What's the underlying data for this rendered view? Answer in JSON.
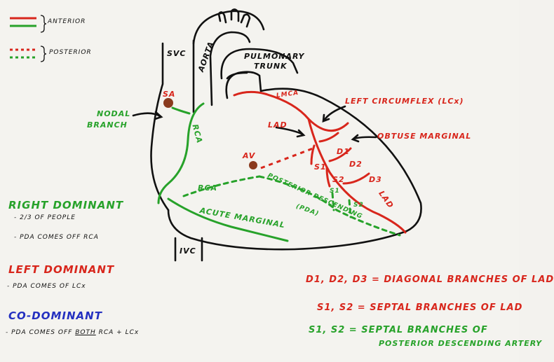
{
  "legend": {
    "anterior": "ANTERIOR",
    "posterior": "POSTERIOR",
    "color_red": "#d8261c",
    "color_green": "#27a22a"
  },
  "labels": {
    "svc": "SVC",
    "aorta": "AORTA",
    "pulmonary_trunk_1": "PULMONARY",
    "pulmonary_trunk_2": "TRUNK",
    "sa": "SA",
    "av": "AV",
    "nodal_branch_1": "NODAL",
    "nodal_branch_2": "BRANCH",
    "rca_upper": "RCA",
    "rca_lower": "RCA",
    "acute_marginal": "ACUTE MARGINAL",
    "ivc": "IVC",
    "lmca": "LMCA",
    "lad": "LAD",
    "left_circumflex": "LEFT CIRCUMFLEX (LCx)",
    "obtuse_marginal": "OBTUSE MARGINAL",
    "d1": "D1",
    "d2": "D2",
    "d3": "D3",
    "s1": "S1",
    "s2": "S2",
    "lad_apex": "LAD",
    "pda_1": "POSTERIOR DESCENDING",
    "pda_2": "(PDA)",
    "s1_post": "S1",
    "s2_post": "S2"
  },
  "notes": {
    "right_dominant": "RIGHT DOMINANT",
    "right_1": "- 2/3 OF PEOPLE",
    "right_2": "- PDA COMES OFF RCA",
    "left_dominant": "LEFT DOMINANT",
    "left_1": "- PDA COMES OF LCx",
    "co_dominant": "CO-DOMINANT",
    "co_1a": "- PDA COMES OFF",
    "co_1b": "BOTH",
    "co_1c": "RCA + LCx"
  },
  "key": {
    "diagonal": "D1, D2, D3 = DIAGONAL BRANCHES OF LAD",
    "septal_lad": "S1, S2 = SEPTAL BRANCHES OF LAD",
    "septal_pda_1": "S1, S2 = SEPTAL BRANCHES OF",
    "septal_pda_2": "POSTERIOR DESCENDING ARTERY"
  }
}
